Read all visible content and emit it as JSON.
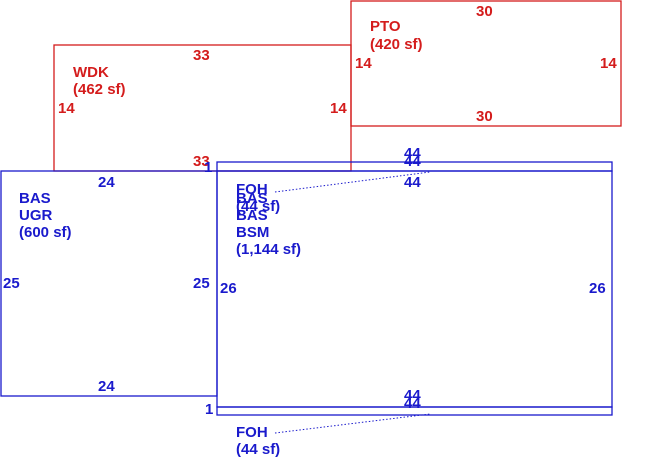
{
  "colors": {
    "red": "#d41c1c",
    "blue": "#1a1acc"
  },
  "areas": {
    "pto": {
      "code": "PTO",
      "area": "(420 sf)",
      "top": "30",
      "bottom": "30",
      "left": "14",
      "right": "14"
    },
    "wdk": {
      "code": "WDK",
      "area": "(462 sf)",
      "top": "33",
      "bottom": "33",
      "left": "14",
      "right": "14"
    },
    "bas_ugr": {
      "code": "BAS",
      "sub": "UGR",
      "area": "(600 sf)",
      "top": "24",
      "bottom": "24",
      "left": "25",
      "right": "25"
    },
    "bas_bsm": {
      "code": "BAS",
      "sub": "BSM",
      "area": "(1,144 sf)",
      "top": "44",
      "bottom": "44",
      "left": "26",
      "right": "26"
    },
    "foh_top": {
      "code": "FOH",
      "area": "(44 sf)",
      "top": "44",
      "bottom": "44",
      "side": "1"
    },
    "foh_bottom": {
      "code": "FOH",
      "area": "(44 sf)",
      "top": "44",
      "bottom": "44",
      "side": "1"
    }
  }
}
